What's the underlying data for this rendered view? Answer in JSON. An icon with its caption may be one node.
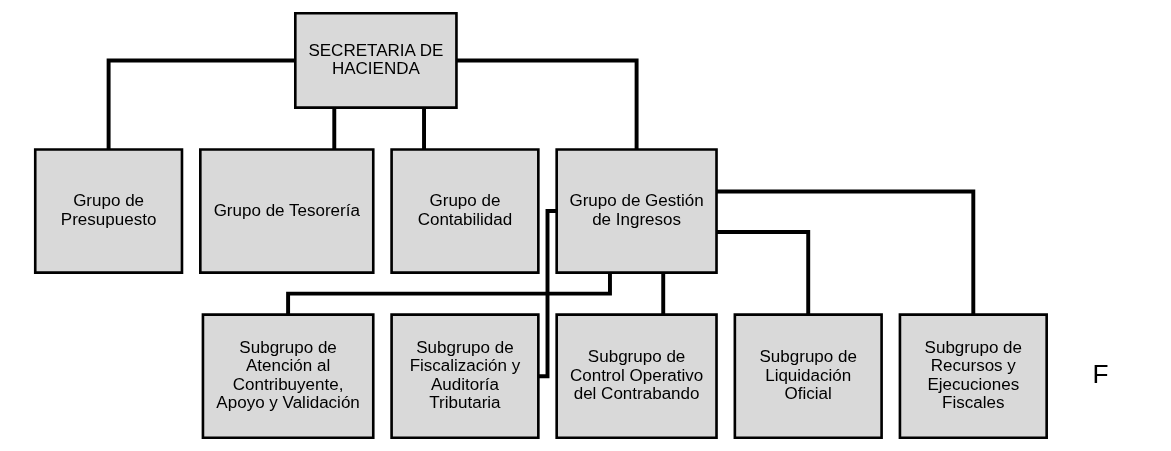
{
  "diagram": {
    "nodes": [
      {
        "text": [
          "SECRETARIA DE HACIENDA"
        ]
      },
      {
        "text": [
          "Grupo de Presupuesto"
        ]
      },
      {
        "text": [
          "Grupo de Tesorería"
        ]
      },
      {
        "text": [
          "Grupo de Contabilidad"
        ]
      },
      {
        "text": [
          "Grupo de Gestión de Ingresos"
        ]
      },
      {
        "text": [
          "Subgrupo de Atención al Contribuyente, Apoyo y Validación"
        ]
      },
      {
        "text": [
          "Subgrupo de Fiscalización y Auditoría Tributaria"
        ]
      },
      {
        "text": [
          "Subgrupo de Control Operativo del Contrabando"
        ]
      },
      {
        "text": [
          "Subgrupo de Liquidación Oficial"
        ]
      },
      {
        "text": [
          "Subgrupo de Recursos y Ejecuciones Fiscales"
        ]
      }
    ],
    "edges": [
      {
        "from": 0,
        "to": 1,
        "arrow": "none"
      },
      {
        "from": 0,
        "to": 2,
        "arrow": "none"
      },
      {
        "from": 0,
        "to": 3,
        "arrow": "none"
      },
      {
        "from": 0,
        "to": 4,
        "arrow": "none"
      },
      {
        "from": 4,
        "to": 5,
        "arrow": "none"
      },
      {
        "from": 4,
        "to": 6,
        "arrow": "none"
      },
      {
        "from": 4,
        "to": 7,
        "arrow": "none"
      },
      {
        "from": 4,
        "to": 8,
        "arrow": "none"
      },
      {
        "from": 4,
        "to": 9,
        "arrow": "none"
      }
    ],
    "labels": [
      "F"
    ]
  }
}
